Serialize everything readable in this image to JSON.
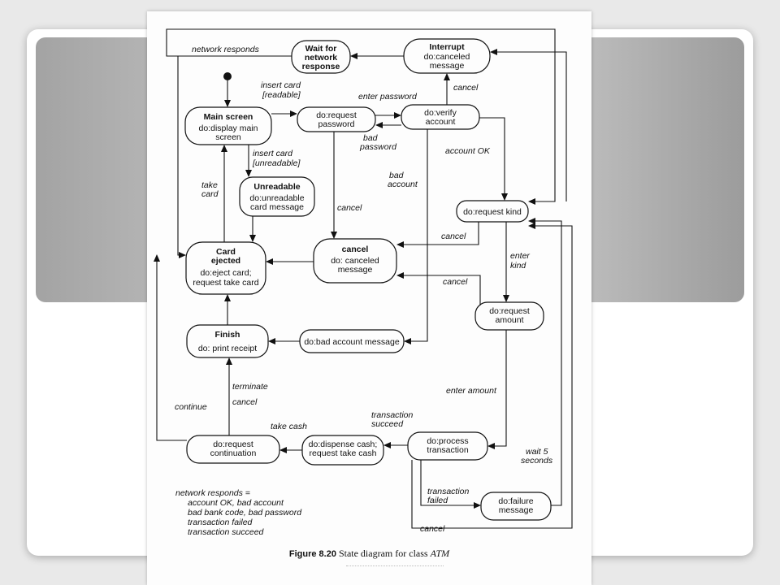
{
  "slide": {
    "band_gradient": [
      "#a3a3a3",
      "#dcdcdc",
      "#9c9c9c"
    ]
  },
  "states": {
    "wait": {
      "title": [
        "Wait for",
        "network",
        "response"
      ],
      "activity": []
    },
    "interrupt": {
      "title": [
        "Interrupt"
      ],
      "activity": [
        "do:canceled",
        "message"
      ]
    },
    "main": {
      "title": [
        "Main screen"
      ],
      "activity": [
        "do:display main",
        "screen"
      ]
    },
    "request_password": {
      "title": [],
      "activity": [
        "do:request",
        "password"
      ]
    },
    "verify": {
      "title": [],
      "activity": [
        "do:verify",
        "account"
      ]
    },
    "unreadable": {
      "title": [
        "Unreadable"
      ],
      "activity": [
        "do:unreadable",
        "card message"
      ]
    },
    "request_kind": {
      "title": [],
      "activity": [
        "do:request kind"
      ]
    },
    "card_ejected": {
      "title": [
        "Card",
        "ejected"
      ],
      "activity": [
        "do:eject card;",
        "request take card"
      ]
    },
    "cancel": {
      "title": [
        "cancel"
      ],
      "activity": [
        "do: canceled",
        "message"
      ]
    },
    "request_amount": {
      "title": [],
      "activity": [
        "do:request",
        "amount"
      ]
    },
    "finish": {
      "title": [
        "Finish"
      ],
      "activity": [
        "do: print receipt"
      ]
    },
    "bad_account": {
      "title": [],
      "activity": [
        "do:bad account message"
      ]
    },
    "request_continuation": {
      "title": [],
      "activity": [
        "do:request",
        "continuation"
      ]
    },
    "dispense": {
      "title": [],
      "activity": [
        "do:dispense cash;",
        "request take cash"
      ]
    },
    "process": {
      "title": [],
      "activity": [
        "do:process",
        "transaction"
      ]
    },
    "failure": {
      "title": [],
      "activity": [
        "do:failure",
        "message"
      ]
    }
  },
  "transitions": {
    "network_responds": "network responds",
    "insert_readable": [
      "insert card",
      "[readable]"
    ],
    "enter_password": "enter password",
    "cancel_interrupt": "cancel",
    "bad_password": [
      "bad",
      "password"
    ],
    "insert_unreadable": [
      "insert card",
      "[unreadable]"
    ],
    "account_ok": "account OK",
    "take_card": [
      "take",
      "card"
    ],
    "bad_account": [
      "bad",
      "account"
    ],
    "cancel_password": "cancel",
    "cancel_kind": "cancel",
    "enter_kind": [
      "enter",
      "kind"
    ],
    "cancel_amount": "cancel",
    "enter_amount": "enter amount",
    "terminate": "terminate",
    "cancel_finish": "cancel",
    "continue": "continue",
    "transaction_succeed": [
      "transaction",
      "succeed"
    ],
    "take_cash": "take cash",
    "wait_5": [
      "wait 5",
      "seconds"
    ],
    "transaction_failed": [
      "transaction",
      "failed"
    ],
    "cancel_bottom": "cancel"
  },
  "note": [
    "network responds =",
    "account OK, bad account",
    "bad bank code, bad password",
    "transaction failed",
    "transaction succeed"
  ],
  "caption": {
    "figure": "Figure 8.20",
    "text": "State diagram for class",
    "class_name": "ATM"
  }
}
